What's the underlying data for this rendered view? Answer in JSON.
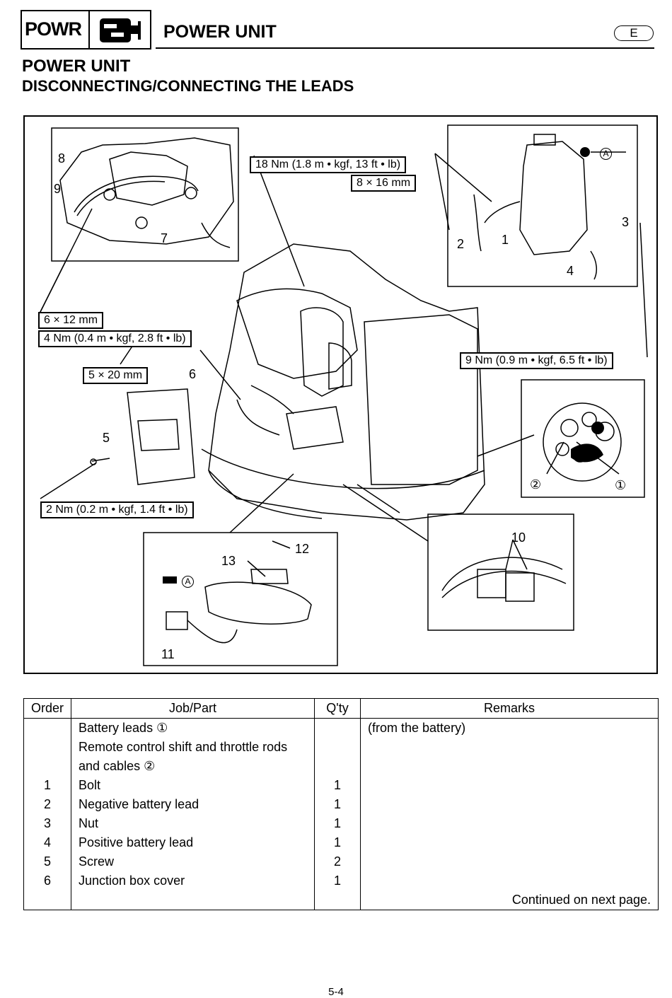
{
  "header": {
    "section_code": "POWR",
    "title": "POWER UNIT",
    "language": "E"
  },
  "section_title": "POWER UNIT",
  "subsection_title": "DISCONNECTING/CONNECTING THE LEADS",
  "figure": {
    "specs": {
      "bolt_18nm": "18 Nm (1.8 m • kgf, 13 ft • lb)",
      "size_8x16": "8 × 16 mm",
      "size_6x12": "6 × 12 mm",
      "bolt_4nm": "4 Nm (0.4 m • kgf, 2.8 ft • lb)",
      "nut_9nm": "9 Nm (0.9 m • kgf, 6.5 ft • lb)",
      "size_5x20": "5 × 20 mm",
      "screw_2nm": "2 Nm (0.2 m • kgf, 1.4 ft • lb)"
    },
    "callouts": {
      "c1": "1",
      "c2": "2",
      "c3": "3",
      "c4": "4",
      "c5": "5",
      "c6": "6",
      "c7": "7",
      "c8": "8",
      "c9": "9",
      "c10": "10",
      "c11": "11",
      "c12": "12",
      "c13": "13",
      "circ1": "①",
      "circ2": "②",
      "mark_a1": "A",
      "mark_a2": "A"
    }
  },
  "table": {
    "headers": {
      "order": "Order",
      "job": "Job/Part",
      "qty": "Q'ty",
      "remarks": "Remarks"
    },
    "rows": [
      {
        "order": "",
        "job": "Battery leads ①",
        "qty": "",
        "remarks": "(from the battery)"
      },
      {
        "order": "",
        "job": "Remote control shift and throttle rods and cables ②",
        "qty": "",
        "remarks": ""
      },
      {
        "order": "1",
        "job": "Bolt",
        "qty": "1",
        "remarks": ""
      },
      {
        "order": "2",
        "job": "Negative battery lead",
        "qty": "1",
        "remarks": ""
      },
      {
        "order": "3",
        "job": "Nut",
        "qty": "1",
        "remarks": ""
      },
      {
        "order": "4",
        "job": "Positive battery lead",
        "qty": "1",
        "remarks": ""
      },
      {
        "order": "5",
        "job": "Screw",
        "qty": "2",
        "remarks": ""
      },
      {
        "order": "6",
        "job": "Junction box cover",
        "qty": "1",
        "remarks": ""
      }
    ],
    "continued": "Continued on next page."
  },
  "page_number": "5-4"
}
